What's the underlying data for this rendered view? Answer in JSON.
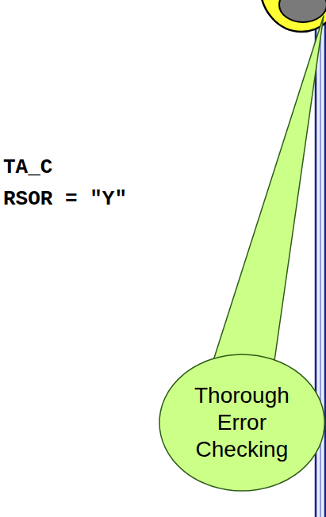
{
  "diagram": {
    "nodes": [
      {
        "text": [
          "Thorough Error Checking"
        ]
      }
    ],
    "labels": [
      "TA_C",
      "RSOR = \"Y\""
    ]
  }
}
